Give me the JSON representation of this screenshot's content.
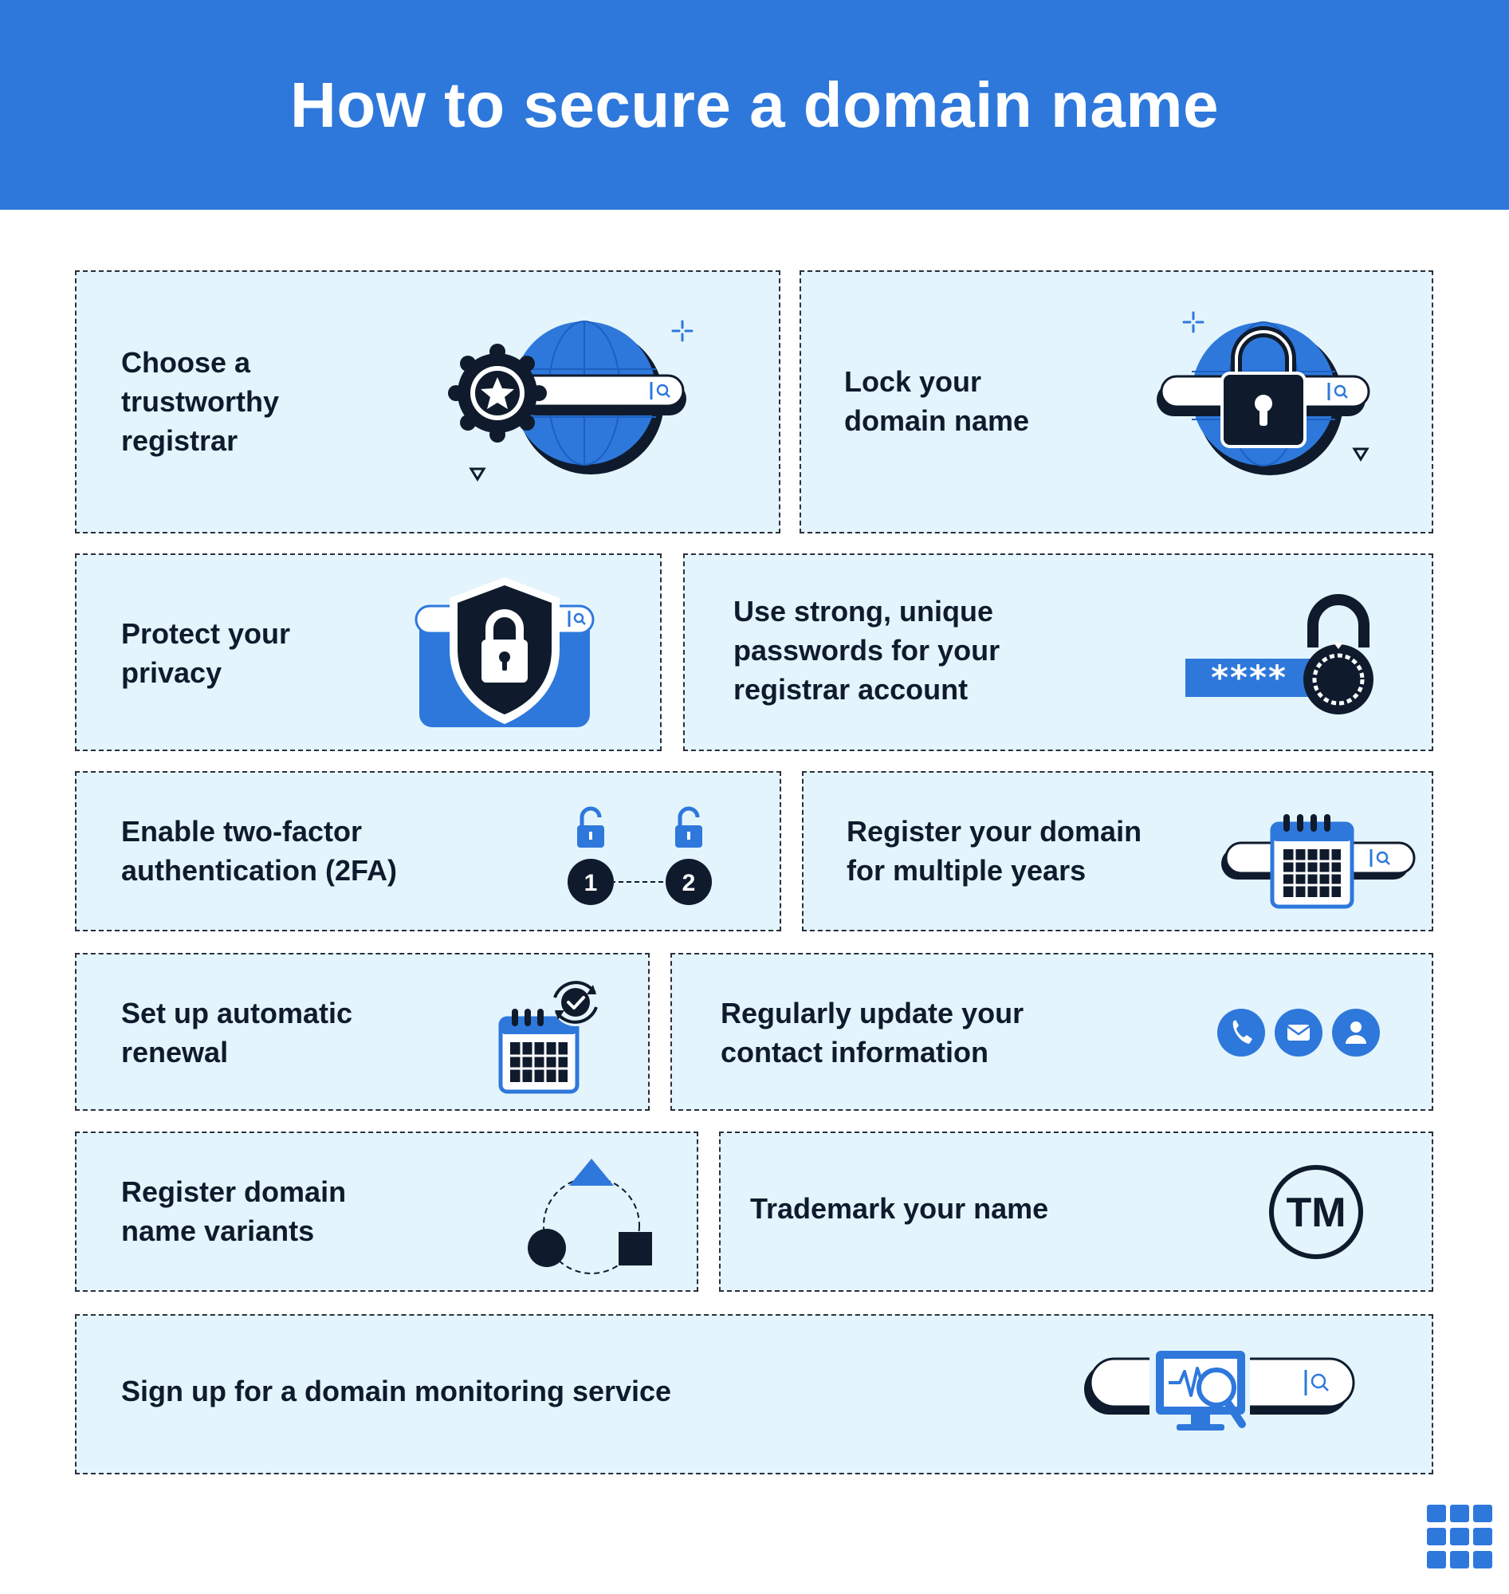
{
  "title": "How to secure a domain name",
  "colors": {
    "header_blue": "#2e78dc",
    "card_bg": "#e3f4fc",
    "dark_navy": "#0f1b2d",
    "accent_blue": "#2e78dc"
  },
  "steps": [
    {
      "label": "Choose a\ntrustworthy\nregistrar",
      "icon": "globe-search-award-icon"
    },
    {
      "label": "Lock your\ndomain name",
      "icon": "globe-search-lock-icon"
    },
    {
      "label": "Protect your\nprivacy",
      "icon": "shield-lock-icon"
    },
    {
      "label": "Use strong, unique\npasswords for your\nregistrar account",
      "icon": "password-padlock-icon",
      "password_mask": "****"
    },
    {
      "label": "Enable two-factor\nauthentication (2FA)",
      "icon": "two-factor-icon",
      "step_numbers": [
        "1",
        "2"
      ]
    },
    {
      "label": "Register your domain\nfor multiple years",
      "icon": "calendar-search-icon"
    },
    {
      "label": "Set up automatic\nrenewal",
      "icon": "calendar-renew-icon"
    },
    {
      "label": "Regularly update your\ncontact information",
      "icon": "contact-icons"
    },
    {
      "label": "Register domain\nname variants",
      "icon": "shapes-cycle-icon"
    },
    {
      "label": "Trademark your name",
      "icon": "trademark-icon",
      "trademark_symbol": "TM"
    },
    {
      "label": "Sign up for a domain monitoring service",
      "icon": "monitor-search-icon"
    }
  ]
}
